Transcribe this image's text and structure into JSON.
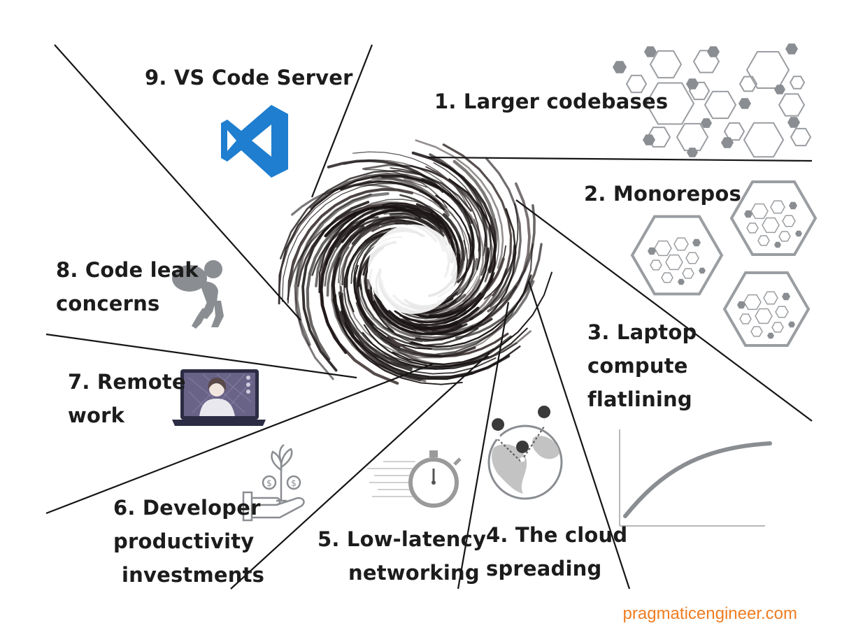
{
  "colors": {
    "ink": "#1c1c1c",
    "icon_gray": "#8a8d91",
    "vscode_blue": "#1f7ecf",
    "laptop_screen": "#5c5578",
    "credit_orange": "#ef7d22"
  },
  "icons": [
    "vscode-logo-icon",
    "hexagons-icon",
    "monorepo-hexagons-icon",
    "growth-curve-icon",
    "globe-pins-icon",
    "stopwatch-icon",
    "money-plant-hand-icon",
    "video-call-laptop-icon",
    "thief-with-sack-icon",
    "swirl-vortex"
  ],
  "reasons": [
    {
      "lines": [
        "1. Larger codebases"
      ]
    },
    {
      "lines": [
        "2. Monorepos"
      ]
    },
    {
      "lines": [
        "3. Laptop",
        "compute",
        "flatlining"
      ]
    },
    {
      "lines": [
        "4. The cloud",
        "spreading"
      ]
    },
    {
      "lines": [
        "5. Low-latency",
        "networking"
      ]
    },
    {
      "lines": [
        "6. Developer",
        "productivity",
        "investments"
      ]
    },
    {
      "lines": [
        "7. Remote",
        "work"
      ]
    },
    {
      "lines": [
        "8. Code leak",
        "concerns"
      ]
    },
    {
      "lines": [
        "9. VS Code Server"
      ]
    }
  ],
  "credit": "pragmaticengineer.com"
}
